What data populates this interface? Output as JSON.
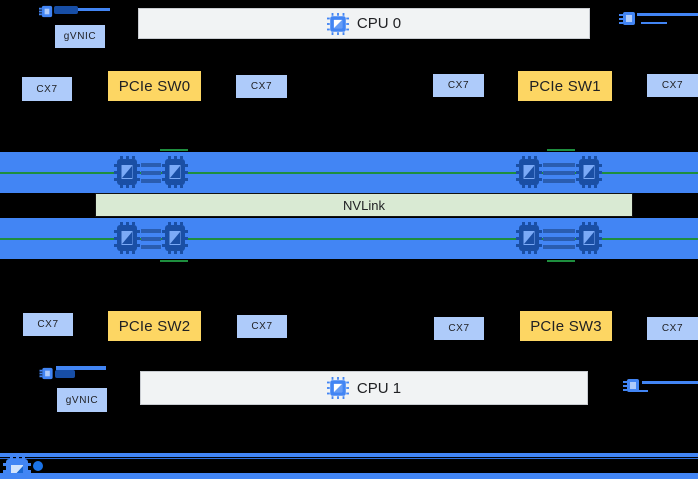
{
  "diagram": {
    "type": "gpu-server-topology",
    "labels": {
      "cpu0": "CPU 0",
      "cpu1": "CPU 1",
      "gvnic": "gVNIC",
      "cx7": "CX7",
      "pcie_sw0": "PCIe SW0",
      "pcie_sw1": "PCIe SW1",
      "pcie_sw2": "PCIe SW2",
      "pcie_sw3": "PCIe SW3",
      "nvlink": "NVLink"
    },
    "icons": {
      "cpu": "chip-icon",
      "gpu": "gpu-chip-icon",
      "nic": "nic-icon"
    },
    "colors": {
      "background": "#000000",
      "gpu_band_blue": "#4285F4",
      "nic_box_blue": "#AECBFA",
      "pcie_switch_yellow": "#FDD663",
      "cpu_box_gray": "#F1F3F4",
      "cpu_box_border": "#C9CCD1",
      "nvlink_green": "#D9EAD3",
      "nvlink_border": "#111111",
      "link_green": "#1E8E3E",
      "connector_dark_blue": "#174EA6",
      "chip_dark_blue": "#1A4FA5",
      "text": "#202124"
    }
  }
}
